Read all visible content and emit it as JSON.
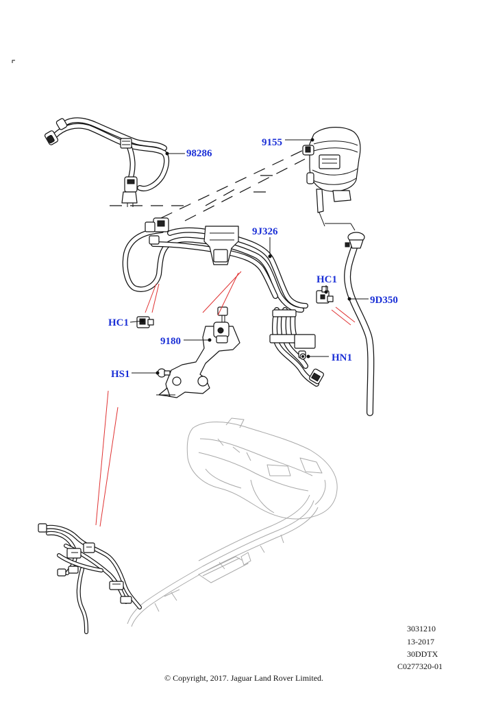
{
  "colors": {
    "callout_text": "#1a2fd6",
    "red_lead": "#e03131",
    "ink": "#111111",
    "ghost": "#9a9a9a"
  },
  "callouts": {
    "c98286": "98286",
    "c9155": "9155",
    "c9J326": "9J326",
    "cHC1_right": "HC1",
    "c9D350": "9D350",
    "cHC1_left": "HC1",
    "c9180": "9180",
    "cHN1": "HN1",
    "cHS1": "HS1"
  },
  "meta": {
    "line1": "3031210",
    "line2": "13-2017",
    "line3": "30DDTX",
    "line4": "C0277320-01"
  },
  "copyright": "© Copyright, 2017. Jaguar Land Rover Limited."
}
